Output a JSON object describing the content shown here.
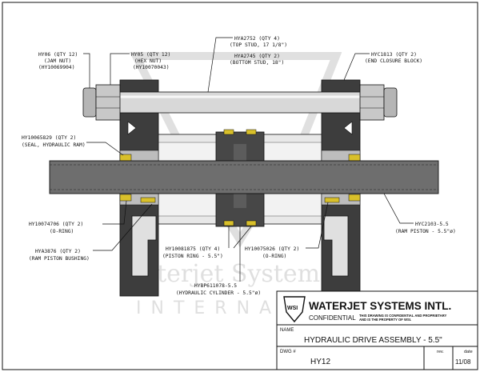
{
  "labels": {
    "hy06": [
      "HY06 (QTY 12)",
      "(JAM NUT)",
      "(HY10069904)"
    ],
    "hy05": [
      "HY05 (QTY 12)",
      "(HEX NUT)",
      "(HY10070043)"
    ],
    "hya2752": [
      "HYA2752 (QTY 4)",
      "(TOP STUD, 17 1/8\")"
    ],
    "hya2745": [
      "HYA2745 (QTY 2)",
      "(BOTTOM STUD, 18\")"
    ],
    "hyc1813": [
      "HYC1813 (QTY 2)",
      "(END CLOSURE BLOCK)"
    ],
    "hy10065829": [
      "HY10065829 (QTY 2)",
      "(SEAL, HYDRAULIC RAM)"
    ],
    "hy10074706": [
      "HY10074706 (QTY 2)",
      "(O-RING)"
    ],
    "hya3876": [
      "HYA3876 (QTY 2)",
      "(RAM PISTON BUSHING)"
    ],
    "hy10081875": [
      "HY10081875 (QTY 4)",
      "(PISTON RING - 5.5\")"
    ],
    "hy10075026": [
      "HY10075026 (QTY 2)",
      "(O-RING)"
    ],
    "hybp611078": [
      "HYBP611078-5.5",
      "(HYDRAULIC CYLINDER - 5.5\"ø)"
    ],
    "hyc2103": [
      "HYC2103-5.5",
      "(RAM PISTON - 5.5\"ø)"
    ]
  },
  "title_block": {
    "company": "WATERJET SYSTEMS INTL.",
    "confidential": "CONFIDENTIAL",
    "notice": [
      "THIS DRAWING IS CONFIDENTIAL AND PROPRIETARY",
      "AND IS THE PROPERTY OF WSI."
    ],
    "logo_text": "WSI",
    "name_label": "NAME",
    "name_value": "HYDRAULIC DRIVE ASSEMBLY - 5.5\"",
    "dwg_label": "DWG #",
    "dwg_value": "HY12",
    "rev_label": "rev.",
    "rev_value": "",
    "date_label": "date",
    "date_value": "11/08"
  },
  "watermark": [
    "Waterjet Systems",
    "INTERNATI"
  ],
  "colors": {
    "dark": "#3a3a3a",
    "mid": "#9a9a9a",
    "light": "#e6e6e6",
    "ram": "#6d6d6d",
    "seal": "#d9c02a",
    "line": "#111111"
  }
}
